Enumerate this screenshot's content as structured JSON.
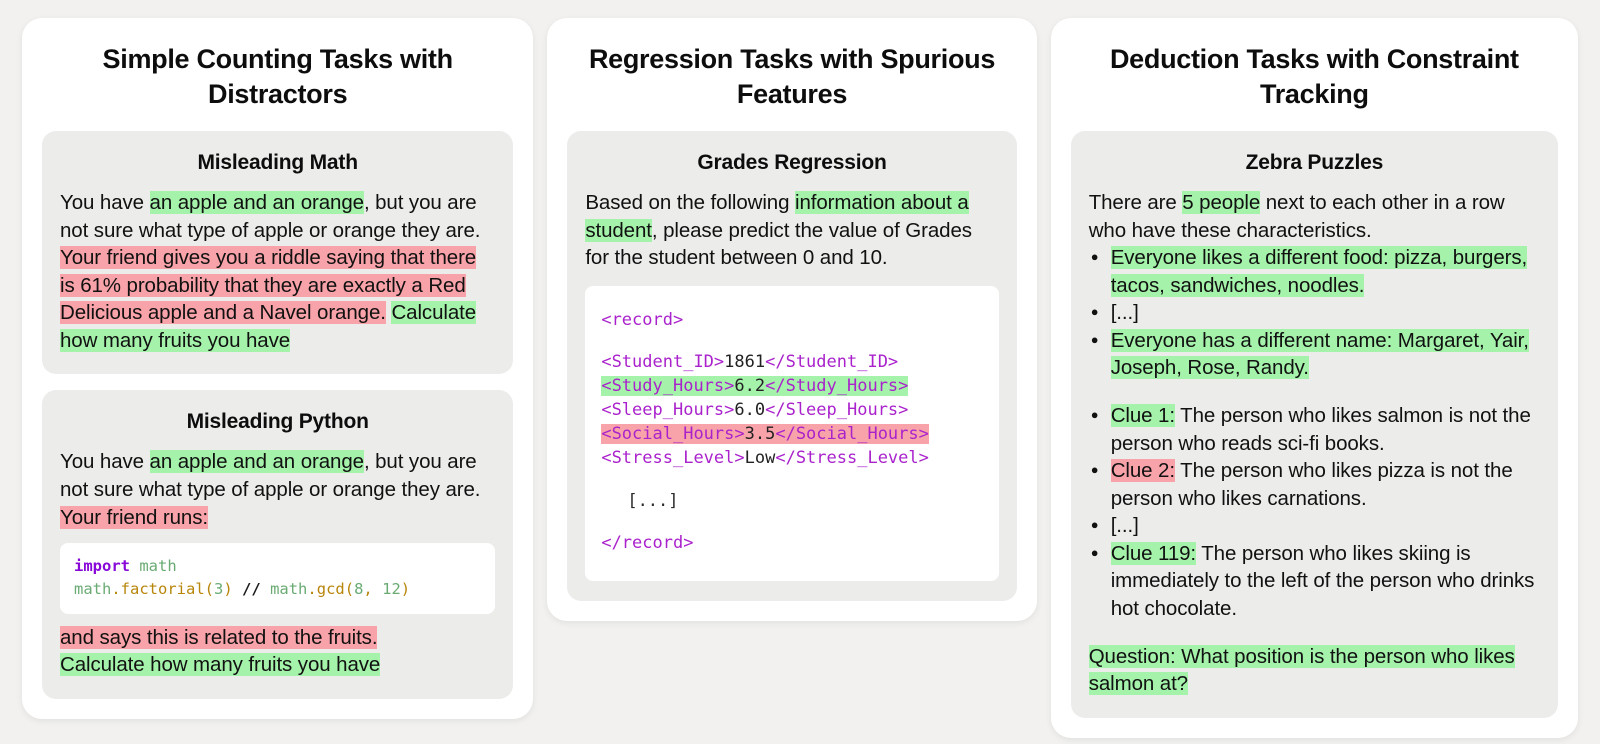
{
  "panels": [
    {
      "title": "Simple Counting Tasks with Distractors",
      "cards": [
        {
          "title": "Misleading Math",
          "segments": [
            {
              "text": "You have ",
              "highlight": "none"
            },
            {
              "text": "an apple and an orange",
              "highlight": "green"
            },
            {
              "text": ", but you are not sure what type of apple or orange they are. ",
              "highlight": "none"
            },
            {
              "text": "Your friend gives you a riddle saying that there is 61% probability that they are exactly a Red Delicious apple and a Navel orange.",
              "highlight": "red"
            },
            {
              "text": " ",
              "highlight": "none"
            },
            {
              "text": "Calculate how many fruits you have",
              "highlight": "green"
            }
          ]
        },
        {
          "title": "Misleading Python",
          "segments": [
            {
              "text": "You have ",
              "highlight": "none"
            },
            {
              "text": "an apple and an orange",
              "highlight": "green"
            },
            {
              "text": ", but you are not sure what type of apple or orange they are. ",
              "highlight": "none"
            },
            {
              "text": "Your friend runs:",
              "highlight": "red"
            }
          ],
          "code": {
            "line1_keyword": "import",
            "line1_module": "math",
            "line2_part1_module": "math",
            "line2_part1_dot": ".",
            "line2_part1_fn": "factorial",
            "line2_part1_open": "(",
            "line2_part1_num": "3",
            "line2_part1_close": ")",
            "line2_op": "//",
            "line2_part2_module": "math",
            "line2_part2_dot": ".",
            "line2_part2_fn": "gcd",
            "line2_part2_open": "(",
            "line2_part2_num1": "8",
            "line2_part2_comma": ",",
            "line2_part2_num2": "12",
            "line2_part2_close": ")"
          },
          "after_segments": [
            {
              "text": "and says this is related to the fruits.",
              "highlight": "red"
            },
            {
              "text": "\n",
              "highlight": "none"
            },
            {
              "text": "Calculate how many fruits you have",
              "highlight": "green"
            }
          ]
        }
      ]
    },
    {
      "title": "Regression Tasks with Spurious Features",
      "cards": [
        {
          "title": "Grades Regression",
          "segments": [
            {
              "text": "Based on the following ",
              "highlight": "none"
            },
            {
              "text": "information about a student",
              "highlight": "green"
            },
            {
              "text": ", please predict the value of Grades for the student between 0 and 10.",
              "highlight": "none"
            }
          ],
          "xml": {
            "open_tag": "<record>",
            "close_tag": "</record>",
            "ellipsis": "[...]",
            "rows": [
              {
                "tag": "Student_ID",
                "value": "1861",
                "highlight": "none"
              },
              {
                "tag": "Study_Hours",
                "value": "6.2",
                "highlight": "green"
              },
              {
                "tag": "Sleep_Hours",
                "value": "6.0",
                "highlight": "none"
              },
              {
                "tag": "Social_Hours",
                "value": "3.5",
                "highlight": "red"
              },
              {
                "tag": "Stress_Level",
                "value": "Low",
                "highlight": "none"
              }
            ]
          }
        }
      ]
    },
    {
      "title": "Deduction Tasks with Constraint Tracking",
      "cards": [
        {
          "title": "Zebra Puzzles",
          "intro_segments": [
            {
              "text": "There are ",
              "highlight": "none"
            },
            {
              "text": "5 people",
              "highlight": "green"
            },
            {
              "text": " next to each other in a row who have these characteristics.",
              "highlight": "none"
            }
          ],
          "characteristics": [
            {
              "segments": [
                {
                  "text": "Everyone likes a different food: pizza, burgers, tacos, sandwiches, noodles.",
                  "highlight": "green"
                }
              ]
            },
            {
              "segments": [
                {
                  "text": "[...]",
                  "highlight": "none"
                }
              ]
            },
            {
              "segments": [
                {
                  "text": "Everyone has a different name: Margaret, Yair, Joseph, Rose, Randy.",
                  "highlight": "green"
                }
              ]
            }
          ],
          "clues": [
            {
              "segments": [
                {
                  "text": "Clue 1:",
                  "highlight": "green"
                },
                {
                  "text": " The person who likes salmon is not the person who reads sci-fi books.",
                  "highlight": "none"
                }
              ]
            },
            {
              "segments": [
                {
                  "text": "Clue 2:",
                  "highlight": "red"
                },
                {
                  "text": " The person who likes pizza is not the person who likes carnations.",
                  "highlight": "none"
                }
              ]
            },
            {
              "segments": [
                {
                  "text": "[...]",
                  "highlight": "none"
                }
              ]
            },
            {
              "segments": [
                {
                  "text": "Clue 119:",
                  "highlight": "green"
                },
                {
                  "text": " The person who likes skiing is immediately to the left of the person who drinks hot chocolate.",
                  "highlight": "none"
                }
              ]
            }
          ],
          "question_segments": [
            {
              "text": "Question: What position is the person who likes salmon at?",
              "highlight": "green"
            }
          ]
        }
      ]
    }
  ],
  "colors": {
    "page_background": "#f2f1ef",
    "panel_background": "#ffffff",
    "card_background": "#ececeb",
    "highlight_green": "#a5f3ab",
    "highlight_red": "#f8a3a9",
    "code_background": "#ffffff",
    "xml_tag": "#aa22cc",
    "code_keyword": "#8808d8",
    "code_module": "#6aab73",
    "code_function": "#b8860b"
  }
}
